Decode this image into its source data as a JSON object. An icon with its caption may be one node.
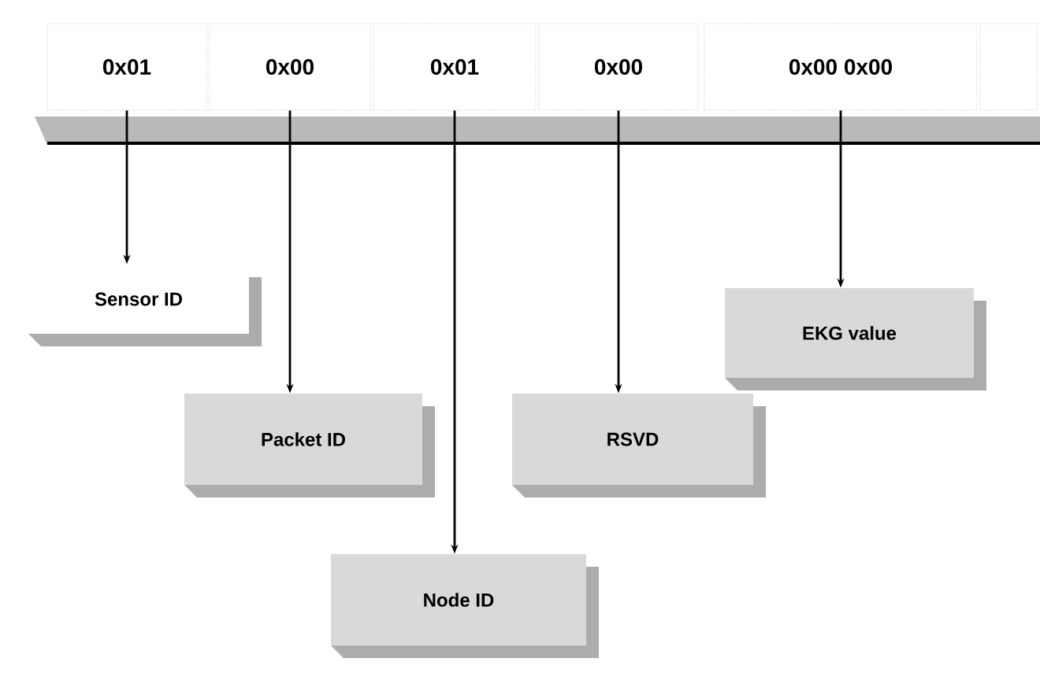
{
  "diagram": {
    "nodes": [
      {
        "text": [
          "0x01"
        ]
      },
      {
        "text": [
          "0x00"
        ]
      },
      {
        "text": [
          "0x01"
        ]
      },
      {
        "text": [
          "0x00"
        ]
      },
      {
        "text": [
          "0x00 0x00"
        ]
      },
      {
        "text": [],
        "shape": "box"
      },
      {
        "text": [
          "Sensor ID"
        ]
      },
      {
        "text": [
          "EKG value"
        ]
      },
      {
        "text": [
          "Packet ID"
        ]
      },
      {
        "text": [
          "RSVD"
        ]
      },
      {
        "text": [
          "Node ID"
        ]
      }
    ],
    "edges": [
      {
        "from": 0,
        "to": 6,
        "arrow": "to"
      },
      {
        "from": 1,
        "to": 8,
        "arrow": "to"
      },
      {
        "from": 2,
        "to": 10,
        "arrow": "to"
      },
      {
        "from": 3,
        "to": 9,
        "arrow": "to"
      },
      {
        "from": 4,
        "to": 7,
        "arrow": "to"
      }
    ]
  }
}
